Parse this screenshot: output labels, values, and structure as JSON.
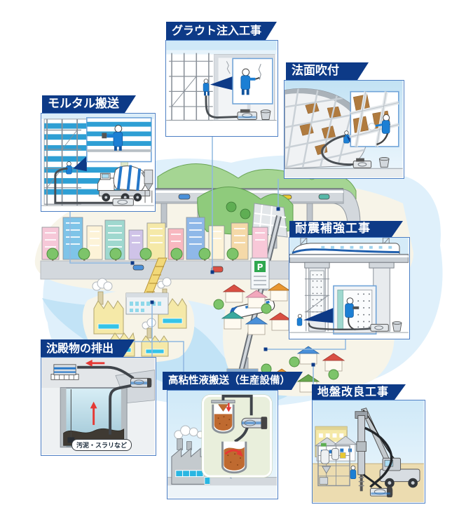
{
  "panels": [
    {
      "id": "grout",
      "title": "グラウト注入工事"
    },
    {
      "id": "slope",
      "title": "法面吹付"
    },
    {
      "id": "mortar",
      "title": "モルタル搬送"
    },
    {
      "id": "seismic",
      "title": "耐震補強工事"
    },
    {
      "id": "sediment",
      "title": "沈殿物の排出",
      "bubble": "汚泥・スラリなど"
    },
    {
      "id": "viscous",
      "title": "高粘性液搬送（生産設備）"
    },
    {
      "id": "ground",
      "title": "地盤改良工事"
    }
  ],
  "map": {
    "parking_label": "P"
  },
  "colors": {
    "label_navy": "#0d3a87",
    "panel_border": "#4d7fc4",
    "arrow_red": "#e53935",
    "land_cream": "#f7f4e8",
    "water_pale": "#dff0fb",
    "river_blue": "#c2e3f6",
    "hill_green": "#a5d593",
    "worker_blue": "#1c7fd4"
  }
}
